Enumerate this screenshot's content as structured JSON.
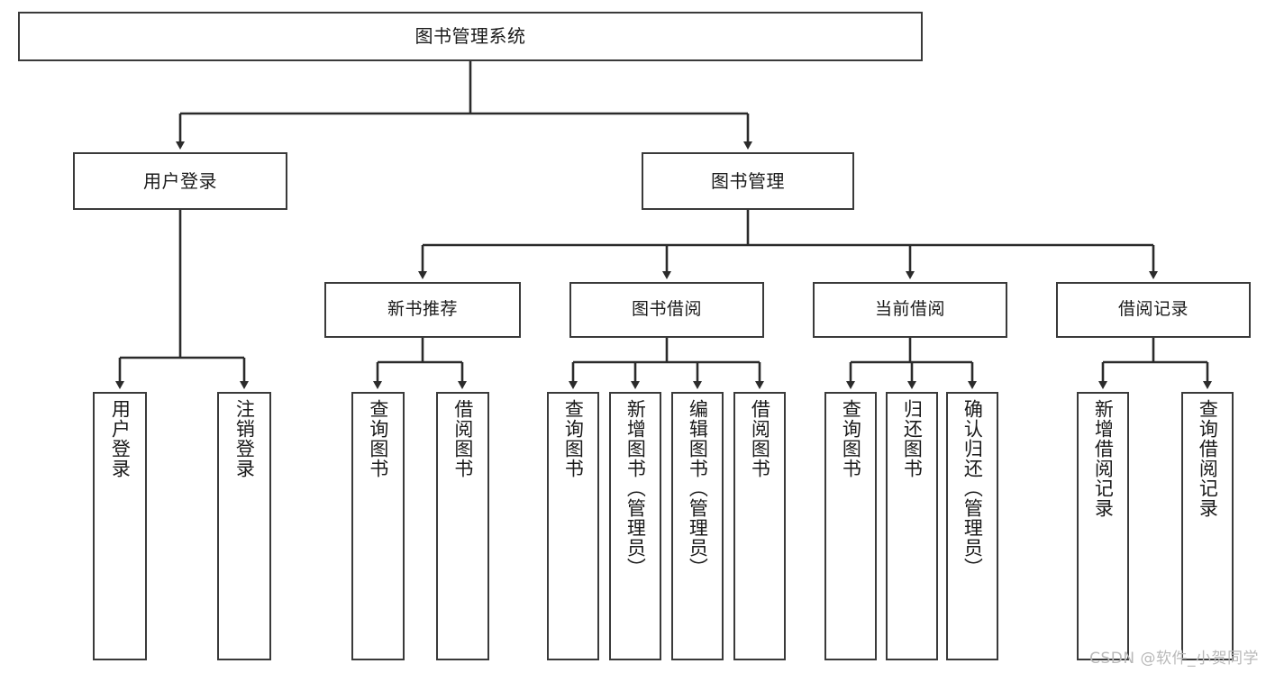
{
  "diagram": {
    "title": "图书管理系统",
    "type": "hierarchy-tree",
    "watermark": "CSDN @软件_小贺同学",
    "colors": {
      "box_border": "#3a3a3a",
      "box_fill": "#ffffff",
      "connector": "#2b2b2b",
      "text": "#1a1a1a",
      "watermark": "#b9b9b9"
    }
  },
  "nodes": {
    "root": {
      "label": "图书管理系统"
    },
    "level2": [
      {
        "label": "用户登录"
      },
      {
        "label": "图书管理"
      }
    ],
    "level3": [
      {
        "label": "新书推荐"
      },
      {
        "label": "图书借阅"
      },
      {
        "label": "当前借阅"
      },
      {
        "label": "借阅记录"
      }
    ],
    "leaves_user_login": [
      {
        "label": "用户登录"
      },
      {
        "label": "注销登录"
      }
    ],
    "leaves_new_books": [
      {
        "label": "查询图书"
      },
      {
        "label": "借阅图书"
      }
    ],
    "leaves_borrow": [
      {
        "label": "查询图书"
      },
      {
        "label": "新增图书（管理员）"
      },
      {
        "label": "编辑图书（管理员）"
      },
      {
        "label": "借阅图书"
      }
    ],
    "leaves_current": [
      {
        "label": "查询图书"
      },
      {
        "label": "归还图书"
      },
      {
        "label": "确认归还（管理员）"
      }
    ],
    "leaves_records": [
      {
        "label": "新增借阅记录"
      },
      {
        "label": "查询借阅记录"
      }
    ]
  }
}
